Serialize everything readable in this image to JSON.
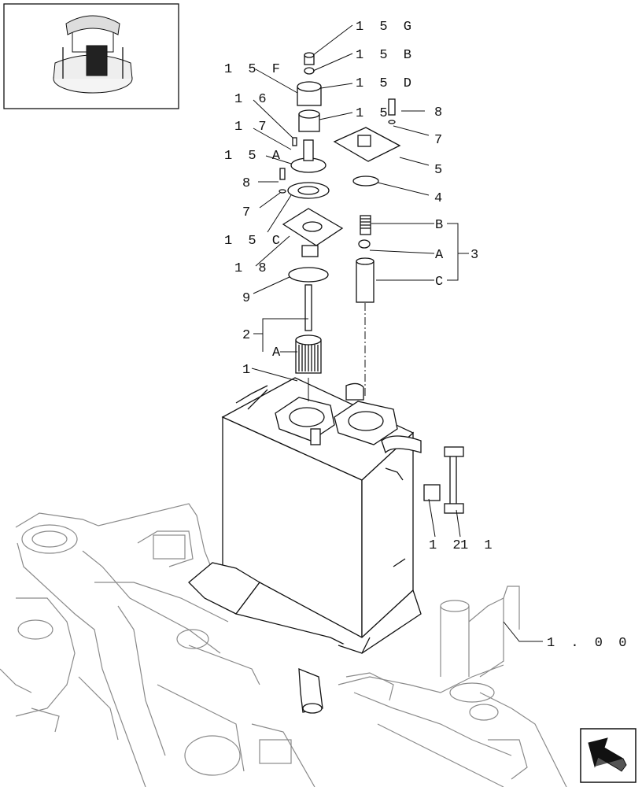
{
  "callouts": {
    "c15G": "1 5 G",
    "c15B": "1 5 B",
    "c15F": "1 5 F",
    "c15D": "1 5 D",
    "c16": "1 6",
    "c15": "1 5",
    "c8a": "8",
    "c17": "1 7",
    "c7a": "7",
    "c15A": "1 5 A",
    "c5": "5",
    "c8b": "8",
    "c4": "4",
    "c7b": "7",
    "cB": "B",
    "c15C": "1 5 C",
    "cA": "A",
    "c3": "3",
    "c18": "1 8",
    "cC": "C",
    "c9": "9",
    "c2": "2",
    "cA2": "A",
    "c1": "1",
    "c12": "1 2",
    "c11": "1 1",
    "c1000": "1 . 0 0 0"
  },
  "icons": {
    "locator": "machine-locator-thumbnail",
    "nav": "navigation-arrow-icon"
  }
}
